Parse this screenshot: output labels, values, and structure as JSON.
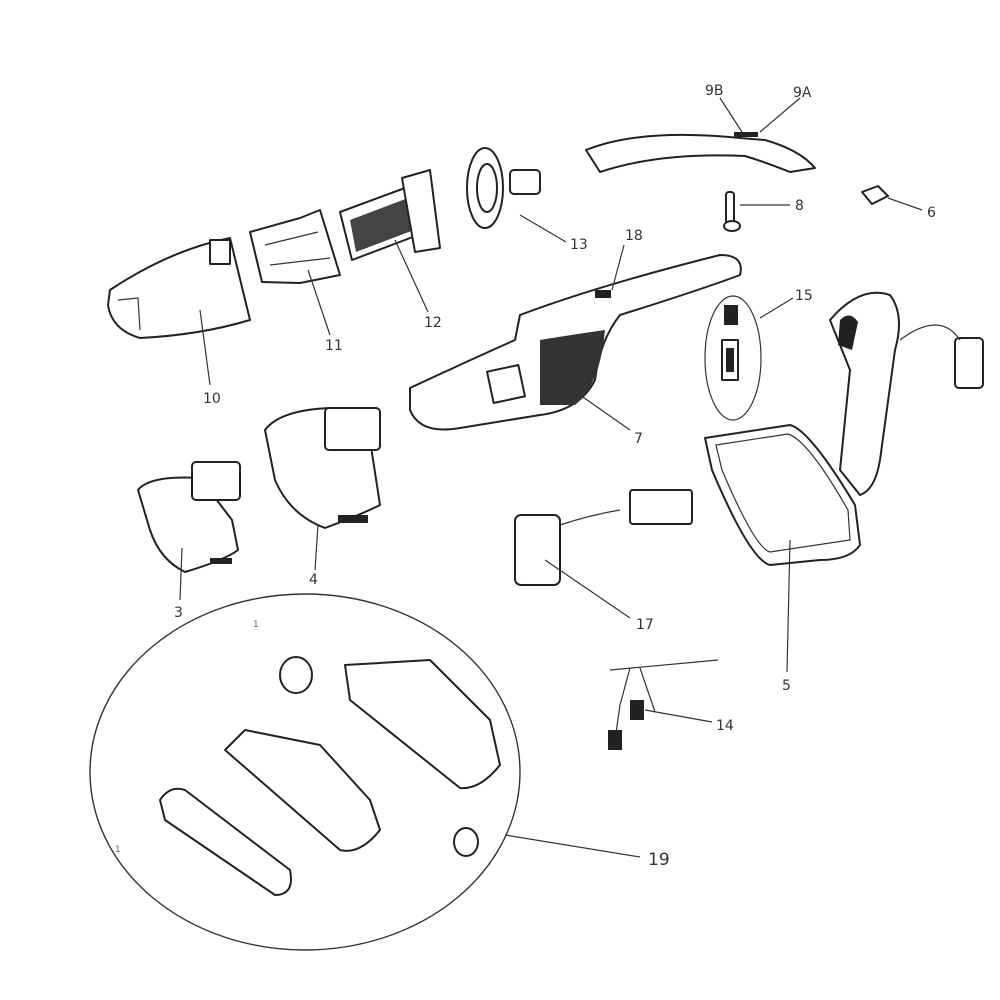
{
  "title": "Exploded parts diagram - cordless stick vacuum",
  "labels": {
    "p9B": "9B",
    "p9A": "9A",
    "p6": "6",
    "p8": "8",
    "p13": "13",
    "p18": "18",
    "p12": "12",
    "p15": "15",
    "p11": "11",
    "p10": "10",
    "p7": "7",
    "p3": "3",
    "p4": "4",
    "p17": "17",
    "p5": "5",
    "p14": "14",
    "p19": "19",
    "inset_a": "1",
    "inset_b": "1"
  }
}
